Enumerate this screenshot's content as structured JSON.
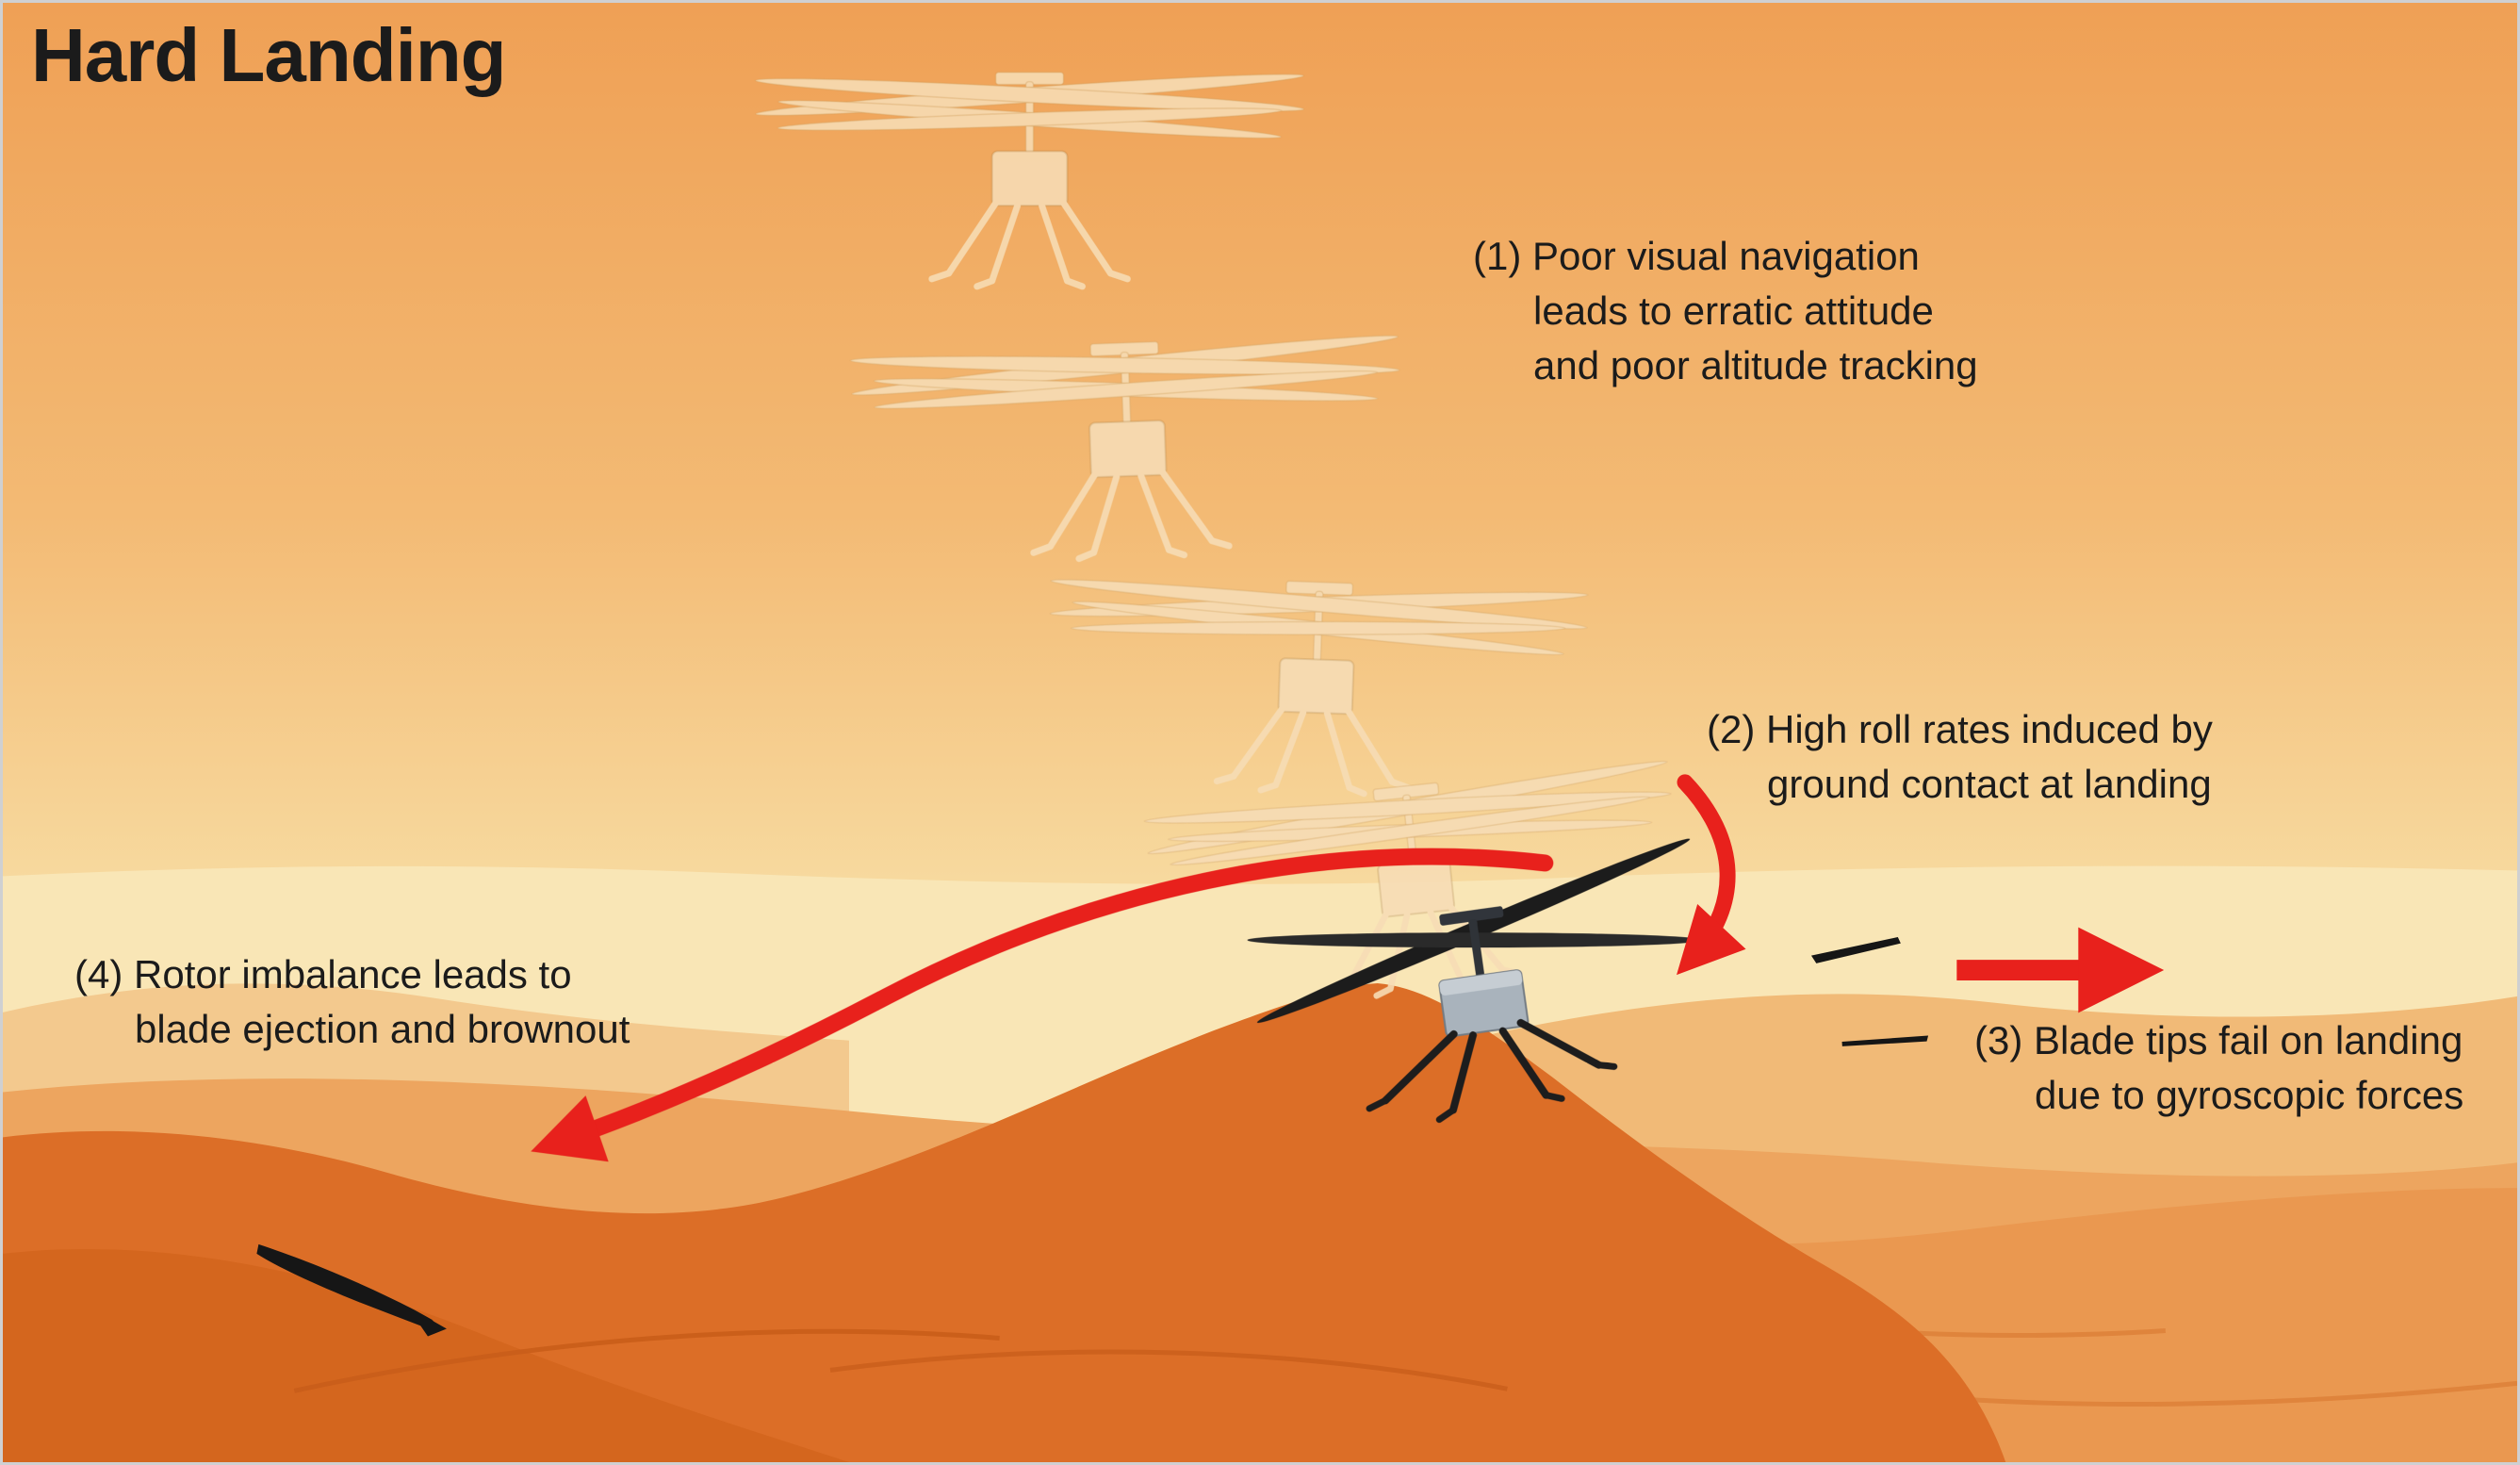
{
  "title": "Hard Landing",
  "annotations": {
    "poor_navigation": {
      "lines": [
        "(1) Poor visual navigation",
        "leads to erratic attitude",
        "and poor altitude tracking"
      ]
    },
    "high_roll": {
      "lines": [
        "(2) High roll rates induced by",
        "ground contact at landing"
      ]
    },
    "blade_tips": {
      "lines": [
        "(3) Blade tips fail on landing",
        "due to gyroscopic forces"
      ]
    },
    "rotor_imbalance": {
      "lines": [
        "(4) Rotor imbalance leads to",
        "blade ejection and brownout"
      ]
    }
  },
  "icons": {
    "helicopter_ghosts": "ingenuity-helicopter-silhouette",
    "helicopter_final": "ingenuity-helicopter-tilted",
    "ejected_blade": "broken-rotor-blade",
    "blade_fragments": "blade-tip-fragments",
    "roll_arc": "red-roll-arc-arrow",
    "blade_tip_arrow": "red-right-arrow",
    "ejection_arrow": "red-swoop-arrow"
  },
  "colors": {
    "arrow_red": "#e8211c",
    "text": "#1b1b1b",
    "ghost": "#f6dcb4",
    "sky_top": "#efa055",
    "sky_bottom": "#f9e5b2",
    "dune_dark": "#dc6e27",
    "dune_deep": "#d4661e",
    "dune_light": "#ea9850"
  }
}
